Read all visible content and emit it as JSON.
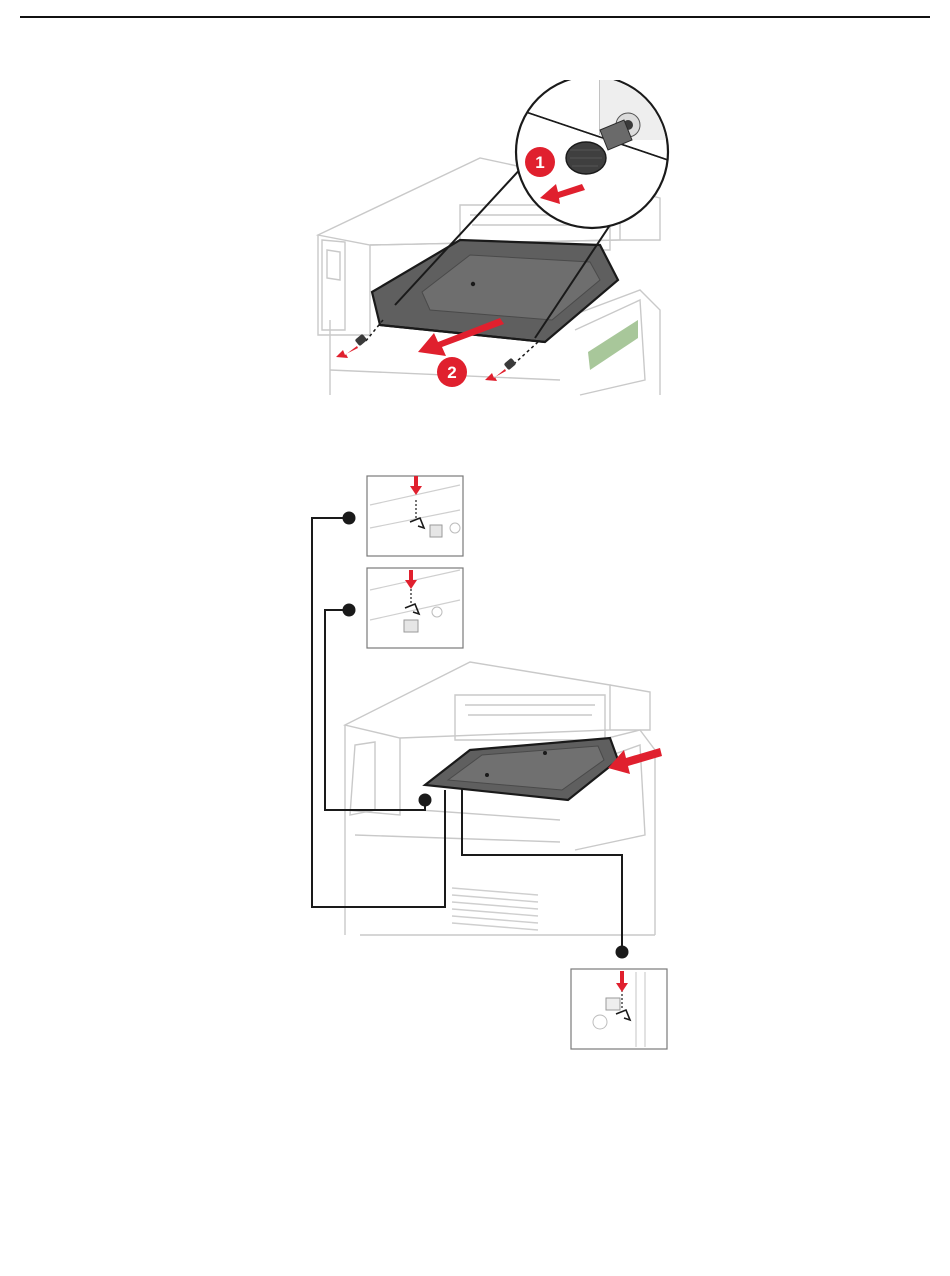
{
  "page": {
    "colors": {
      "line": "#1a1a1a",
      "accent": "#e0202e",
      "panel": "#5f5f5f",
      "printer_stroke": "#c9c9c9",
      "inset_stroke": "#7a7a7a"
    }
  },
  "figure1": {
    "steps": [
      {
        "label": "1"
      },
      {
        "label": "2"
      }
    ],
    "icons": [
      "screw-icon",
      "arrow-icon",
      "magnifier-callout"
    ]
  },
  "figure2": {
    "insets": [
      {
        "name": "inset-top-left-latch"
      },
      {
        "name": "inset-middle-left-latch"
      },
      {
        "name": "inset-bottom-right-latch"
      }
    ]
  }
}
